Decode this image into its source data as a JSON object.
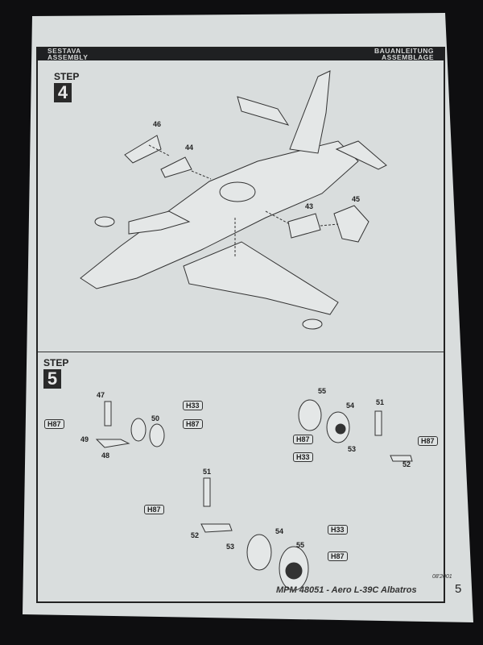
{
  "header": {
    "left_line1": "SESTAVA",
    "left_line2": "ASSEMBLY",
    "right_line1": "BAUANLEITUNG",
    "right_line2": "ASSEMBLAGE"
  },
  "step4": {
    "label": "STEP",
    "number": "4",
    "parts": [
      "46",
      "44",
      "43",
      "45"
    ]
  },
  "step5": {
    "label": "STEP",
    "number": "5",
    "left_gear": {
      "parts": [
        "47",
        "49",
        "48",
        "50"
      ],
      "colors": [
        "H87",
        "H33",
        "H87"
      ]
    },
    "right_gear": {
      "parts": [
        "55",
        "54",
        "51",
        "53",
        "52"
      ],
      "colors": [
        "H87",
        "H33",
        "H87"
      ]
    },
    "nose_gear": {
      "parts": [
        "51",
        "52",
        "53",
        "54",
        "55"
      ],
      "colors": [
        "H87",
        "H33",
        "H87"
      ]
    }
  },
  "footer": {
    "title": "MPM 48051 - Aero L-39C Albatros",
    "date": "08'2001",
    "page": "5"
  }
}
